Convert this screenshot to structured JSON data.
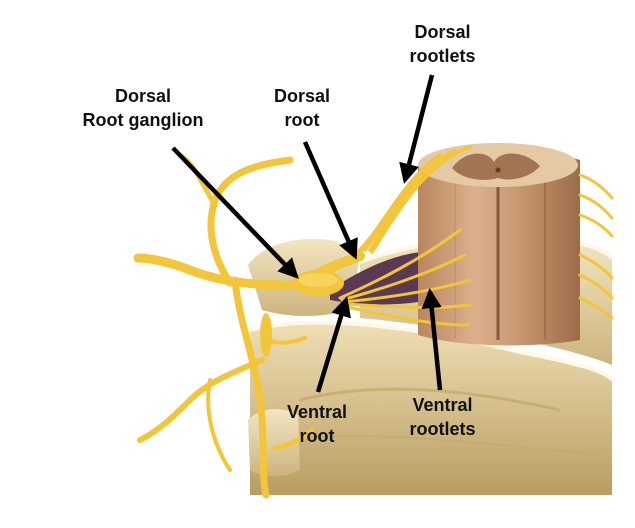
{
  "labels": {
    "dorsal_root_ganglion": [
      "Dorsal",
      "Root ganglion"
    ],
    "dorsal_root": [
      "Dorsal",
      "root"
    ],
    "dorsal_rootlets": [
      "Dorsal",
      "rootlets"
    ],
    "ventral_root": [
      "Ventral",
      "root"
    ],
    "ventral_rootlets": [
      "Ventral",
      "rootlets"
    ]
  },
  "colors": {
    "nerve": "#f2c53a",
    "nerve_dark": "#d9a520",
    "spinal_cord": "#cfa27d",
    "spinal_cord_shadow": "#a87a58",
    "grey_matter": "#9b6a45",
    "vertebra": "#e9d9b0",
    "vertebra_shadow": "#c9b27e",
    "dura_purple": "#5a3a52",
    "arrow": "#000000"
  }
}
